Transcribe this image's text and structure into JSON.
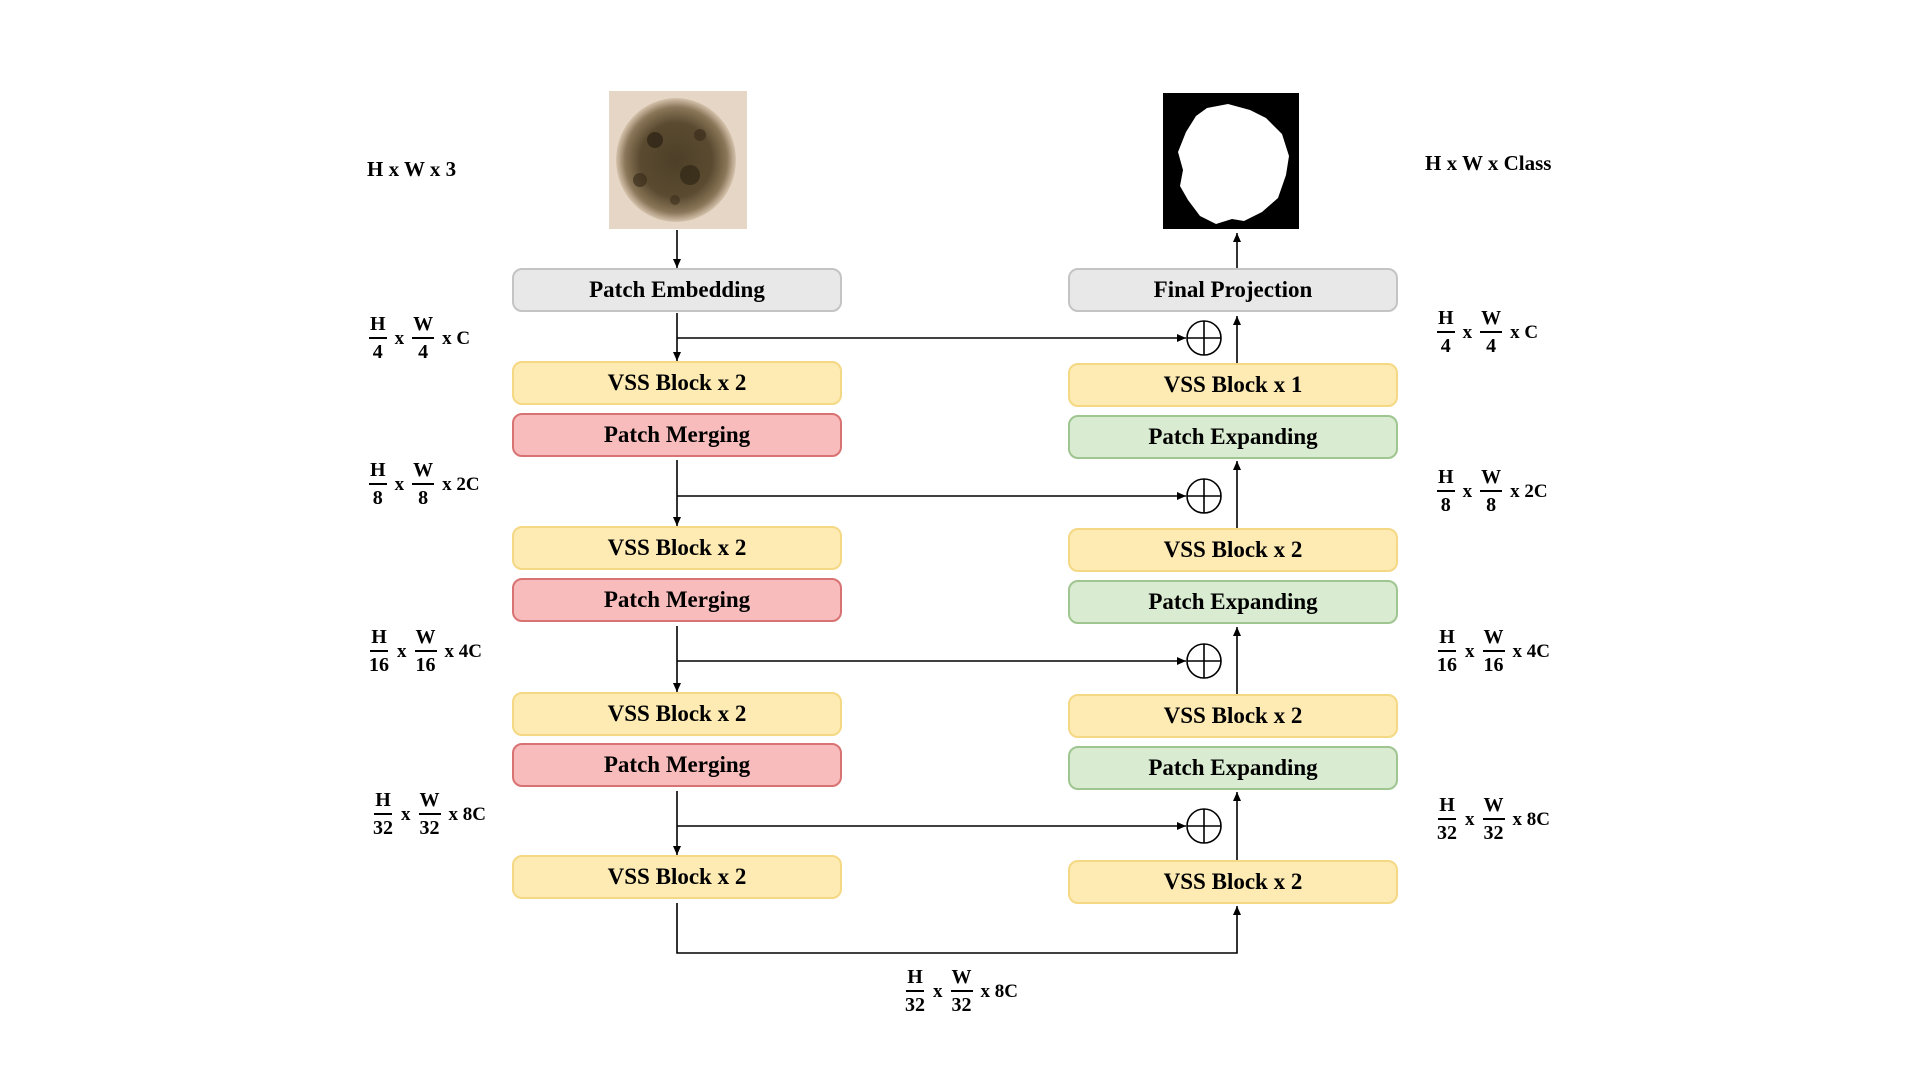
{
  "input_label": "H x W x 3",
  "output_label": "H x W x Class",
  "encoder": [
    {
      "key": "pe",
      "label": "Patch Embedding",
      "kind": "gray"
    },
    {
      "key": "e1",
      "label": "VSS Block x 2",
      "kind": "yellow"
    },
    {
      "key": "m1",
      "label": "Patch Merging",
      "kind": "red"
    },
    {
      "key": "e2",
      "label": "VSS Block x 2",
      "kind": "yellow"
    },
    {
      "key": "m2",
      "label": "Patch Merging",
      "kind": "red"
    },
    {
      "key": "e3",
      "label": "VSS Block x 2",
      "kind": "yellow"
    },
    {
      "key": "m3",
      "label": "Patch Merging",
      "kind": "red"
    },
    {
      "key": "e4",
      "label": "VSS Block x 2",
      "kind": "yellow"
    }
  ],
  "decoder": [
    {
      "key": "fp",
      "label": "Final Projection",
      "kind": "gray"
    },
    {
      "key": "d1",
      "label": "VSS Block x 1",
      "kind": "yellow"
    },
    {
      "key": "x1",
      "label": "Patch Expanding",
      "kind": "green"
    },
    {
      "key": "d2",
      "label": "VSS Block x 2",
      "kind": "yellow"
    },
    {
      "key": "x2",
      "label": "Patch Expanding",
      "kind": "green"
    },
    {
      "key": "d3",
      "label": "VSS Block x 2",
      "kind": "yellow"
    },
    {
      "key": "x3",
      "label": "Patch Expanding",
      "kind": "green"
    },
    {
      "key": "d4",
      "label": "VSS Block x 2",
      "kind": "yellow"
    }
  ],
  "dims": {
    "left": [
      {
        "h": "H",
        "hd": "4",
        "w": "W",
        "wd": "4",
        "c": "x C"
      },
      {
        "h": "H",
        "hd": "8",
        "w": "W",
        "wd": "8",
        "c": "x 2C"
      },
      {
        "h": "H",
        "hd": "16",
        "w": "W",
        "wd": "16",
        "c": "x 4C"
      },
      {
        "h": "H",
        "hd": "32",
        "w": "W",
        "wd": "32",
        "c": "x 8C"
      }
    ],
    "right": [
      {
        "h": "H",
        "hd": "4",
        "w": "W",
        "wd": "4",
        "c": "x C"
      },
      {
        "h": "H",
        "hd": "8",
        "w": "W",
        "wd": "8",
        "c": "x 2C"
      },
      {
        "h": "H",
        "hd": "16",
        "w": "W",
        "wd": "16",
        "c": "x 4C"
      },
      {
        "h": "H",
        "hd": "32",
        "w": "W",
        "wd": "32",
        "c": "x 8C"
      }
    ],
    "bottom": {
      "h": "H",
      "hd": "32",
      "w": "W",
      "wd": "32",
      "c": "x 8C"
    },
    "times": "x"
  },
  "colors": {
    "gray": "#e8e8e8",
    "yellow": "#fdebb3",
    "red": "#f8bcbc",
    "green": "#d9ebd0"
  }
}
